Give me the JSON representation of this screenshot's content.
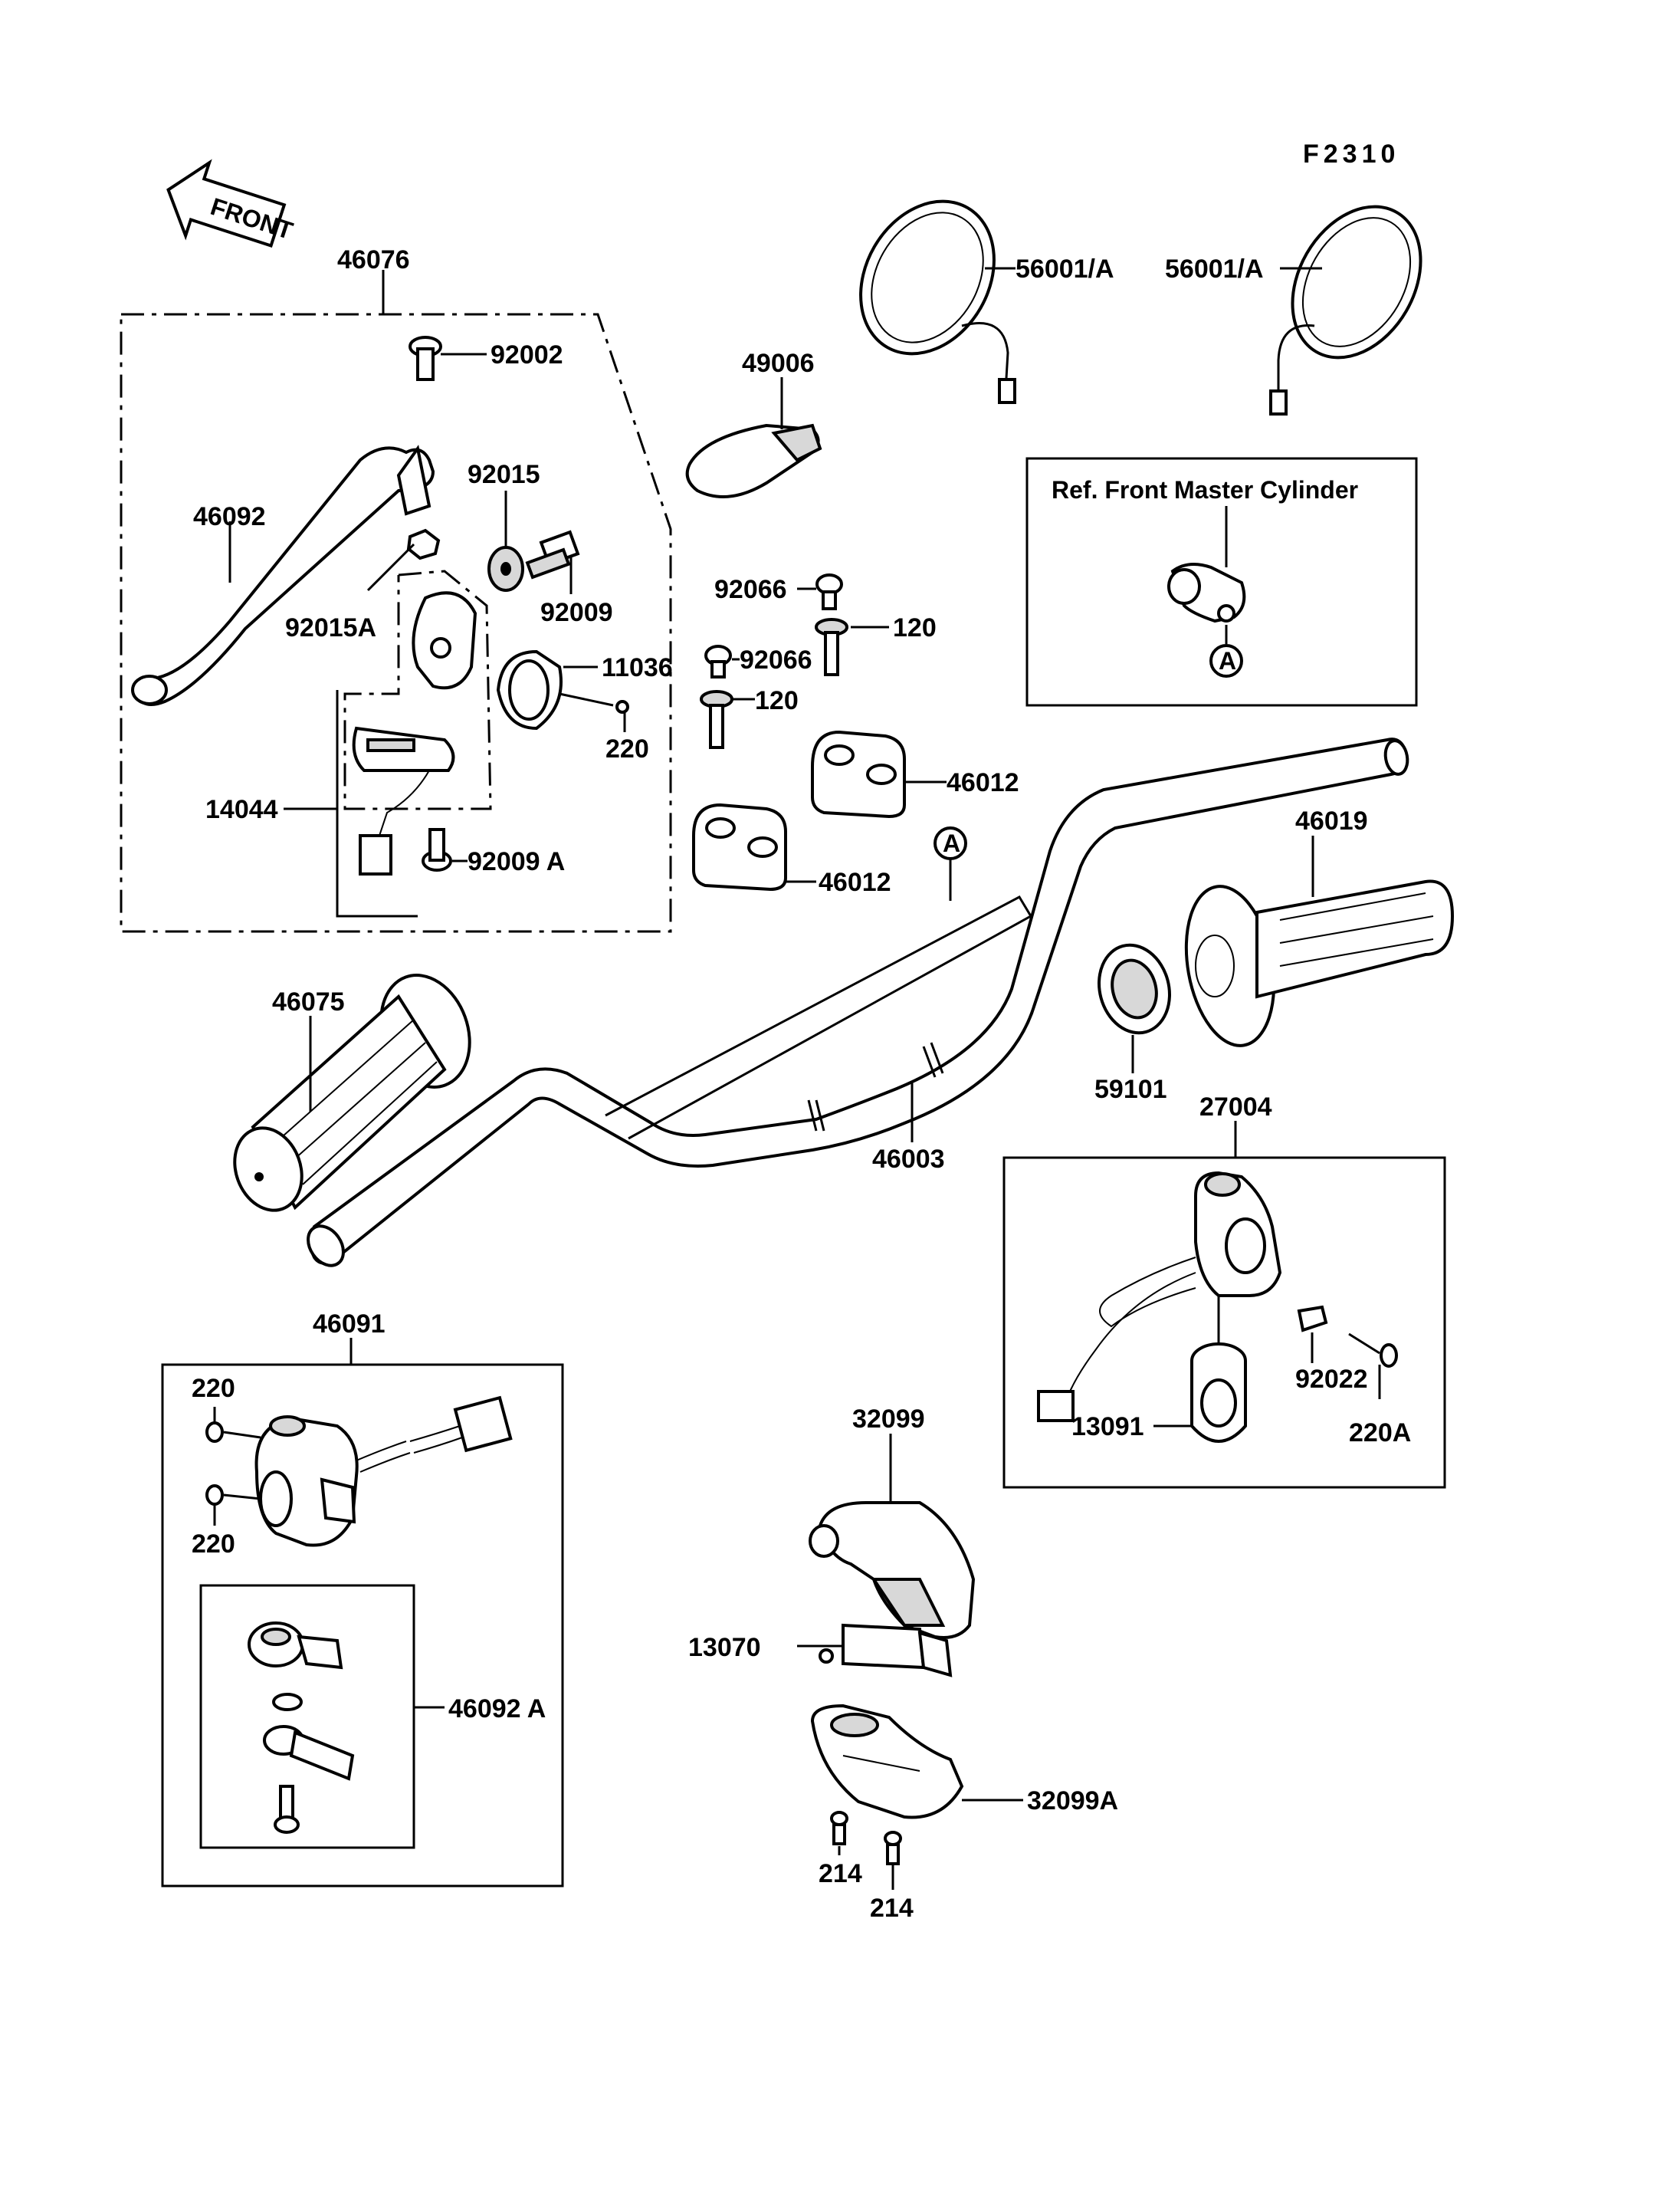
{
  "figure_code": "F2310",
  "front_arrow_label": "FRONT",
  "ref_box_title": "Ref. Front Master Cylinder",
  "circle_marker": "A",
  "parts": {
    "p46076": "46076",
    "p92002": "92002",
    "p46092": "46092",
    "p92015": "92015",
    "p92015A": "92015A",
    "p92009": "92009",
    "p11036": "11036",
    "p220_top": "220",
    "p14044": "14044",
    "p92009A": "92009 A",
    "p49006": "49006",
    "p56001A_left": "56001/A",
    "p56001A_right": "56001/A",
    "p92066_top": "92066",
    "p120_top": "120",
    "p92066_bottom": "92066",
    "p120_bottom": "120",
    "p46012_top": "46012",
    "p46012_bottom": "46012",
    "p46019": "46019",
    "p46075": "46075",
    "p59101": "59101",
    "p46003": "46003",
    "p27004": "27004",
    "p92022": "92022",
    "p13091": "13091",
    "p220A": "220A",
    "p46091": "46091",
    "p220_sw_top": "220",
    "p220_sw_bottom": "220",
    "p46092A": "46092 A",
    "p32099": "32099",
    "p13070": "13070",
    "p32099A": "32099A",
    "p214_left": "214",
    "p214_right": "214"
  }
}
